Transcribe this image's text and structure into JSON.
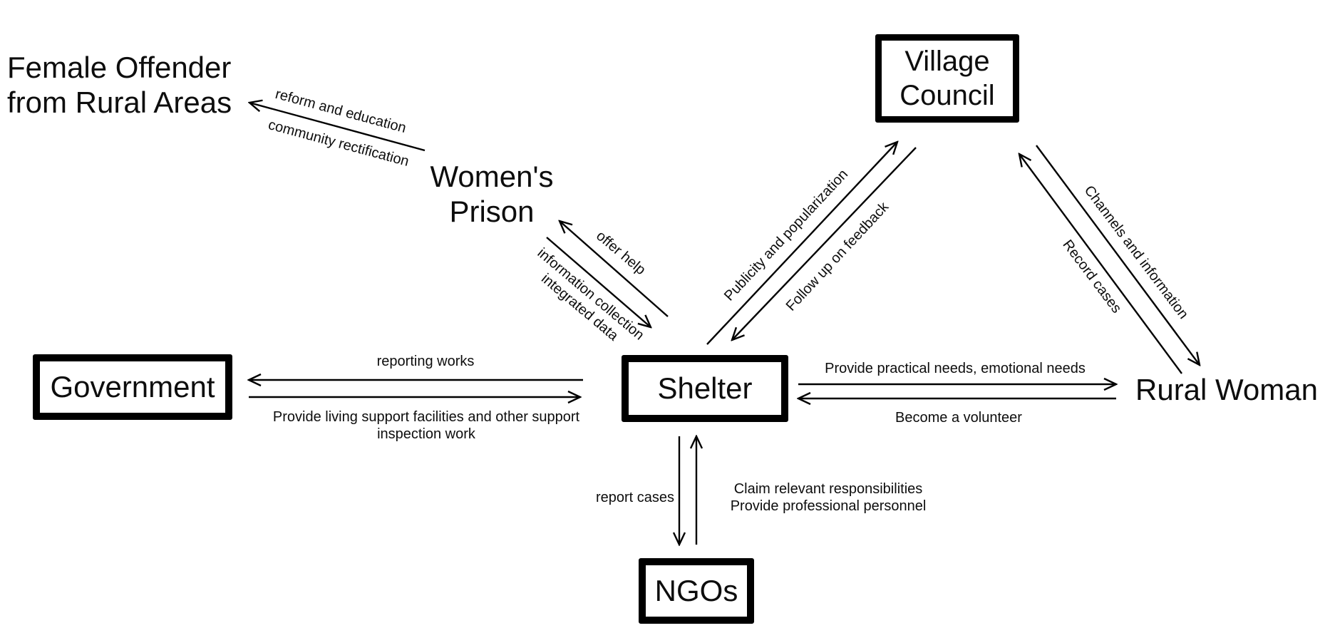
{
  "nodes": {
    "female_offender": {
      "label": "Female Offender\nfrom Rural Areas"
    },
    "womens_prison": {
      "label": "Women's\nPrison"
    },
    "village_council": {
      "label": "Village\nCouncil"
    },
    "government": {
      "label": "Government"
    },
    "shelter": {
      "label": "Shelter"
    },
    "rural_woman": {
      "label": "Rural Woman"
    },
    "ngos": {
      "label": "NGOs"
    }
  },
  "edge_labels": {
    "reform_and_education": "reform and education",
    "community_rectification": "community rectification",
    "offer_help": "offer help",
    "information_collection": "information collection\nintegrated data",
    "publicity": "Publicity and popularization",
    "follow_up": "Follow up on feedback",
    "channels": "Channels and information",
    "record_cases": "Record cases",
    "provide_needs": "Provide practical needs, emotional needs",
    "become_volunteer": "Become a volunteer",
    "reporting_works": "reporting works",
    "living_support": "Provide living support facilities and other support\ninspection work",
    "report_cases": "report cases",
    "claim_responsibilities": "Claim relevant responsibilities\nProvide professional personnel"
  },
  "colors": {
    "background": "#ffffff",
    "stroke": "#000000",
    "text": "#0d0d0d"
  }
}
